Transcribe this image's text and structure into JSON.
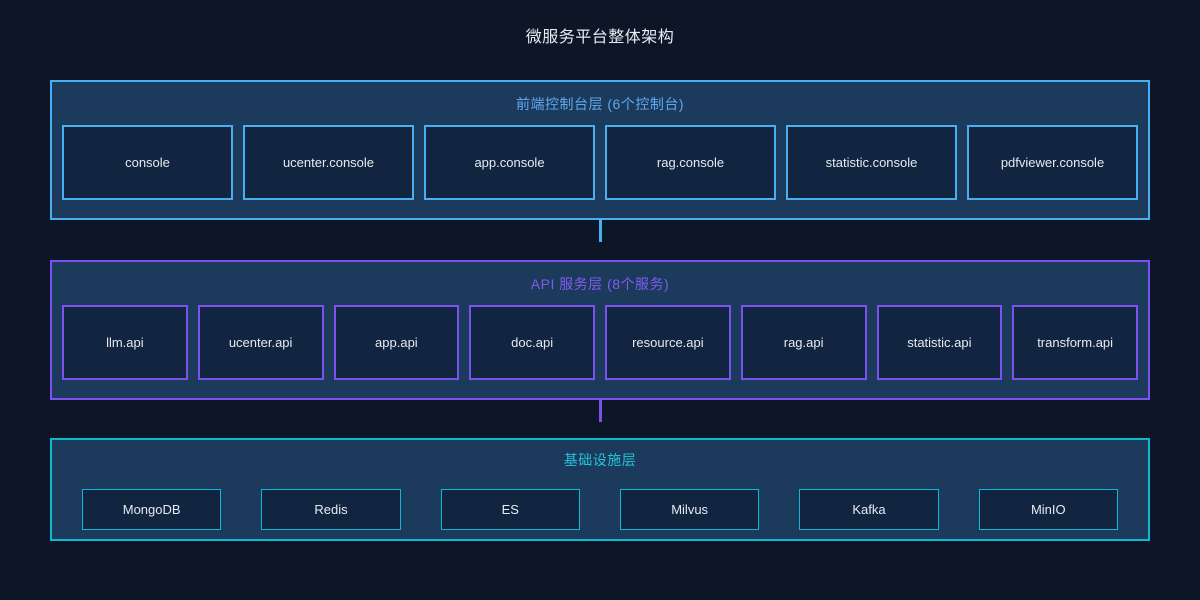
{
  "title": "微服务平台整体架构",
  "layers": [
    {
      "id": "frontend-console-layer",
      "header": "前端控制台层 (6个控制台)",
      "accent": "#4aaef0",
      "header_color": "#5fa8ee",
      "items": [
        "console",
        "ucenter.console",
        "app.console",
        "rag.console",
        "statistic.console",
        "pdfviewer.console"
      ]
    },
    {
      "id": "api-service-layer",
      "header": "API 服务层 (8个服务)",
      "accent": "#7b52f0",
      "header_color": "#7e5cf0",
      "items": [
        "llm.api",
        "ucenter.api",
        "app.api",
        "doc.api",
        "resource.api",
        "rag.api",
        "statistic.api",
        "transform.api"
      ]
    },
    {
      "id": "infrastructure-layer",
      "header": "基础设施层",
      "accent": "#0cb8d2",
      "header_color": "#25c2d8",
      "items": [
        "MongoDB",
        "Redis",
        "ES",
        "Milvus",
        "Kafka",
        "MinIO"
      ]
    }
  ],
  "connectors": [
    {
      "id": "frontend-to-api",
      "color": "#4aaef0"
    },
    {
      "id": "api-to-infra",
      "color": "#7b52f0"
    }
  ],
  "colors": {
    "background": "#0d1626",
    "panel_fill": "#1c3b5c",
    "box_fill": "#112540",
    "title_text": "#e8ecf2",
    "box_text": "#e6eaf0"
  }
}
